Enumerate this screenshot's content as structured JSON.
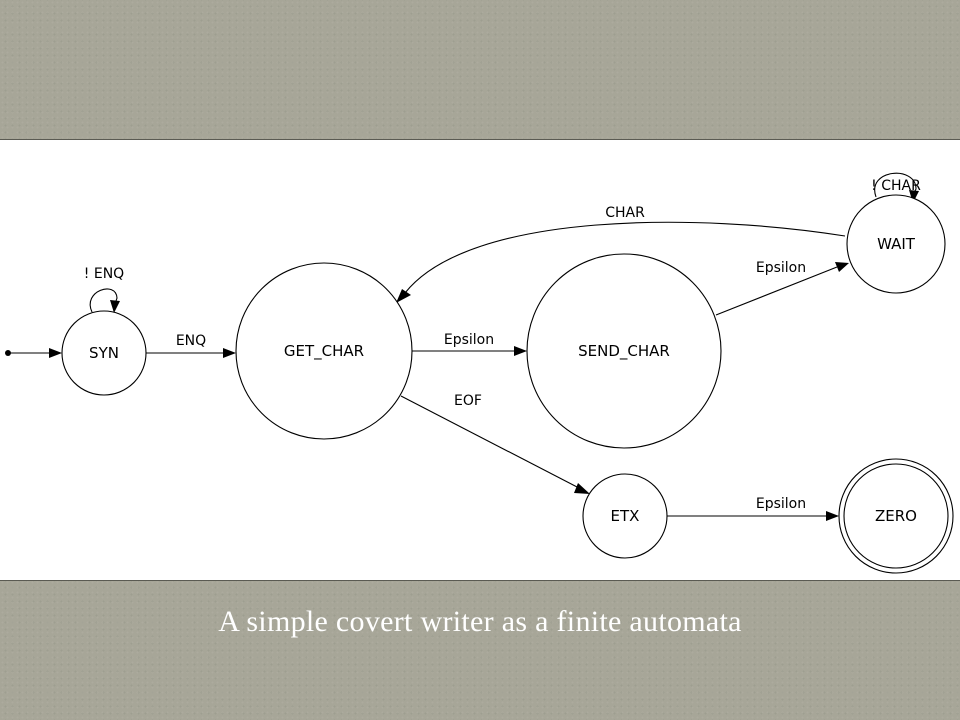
{
  "diagram": {
    "states": {
      "syn": "SYN",
      "get_char": "GET_CHAR",
      "send_char": "SEND_CHAR",
      "wait": "WAIT",
      "etx": "ETX",
      "zero": "ZERO"
    },
    "transitions": {
      "syn_self": "! ENQ",
      "syn_to_get_char": "ENQ",
      "get_char_to_send_char": "Epsilon",
      "send_char_to_wait": "Epsilon",
      "wait_to_get_char": "CHAR",
      "wait_self": "! CHAR",
      "get_char_to_etx": "EOF",
      "etx_to_zero": "Epsilon"
    }
  },
  "caption": "A simple covert writer as a finite automata"
}
